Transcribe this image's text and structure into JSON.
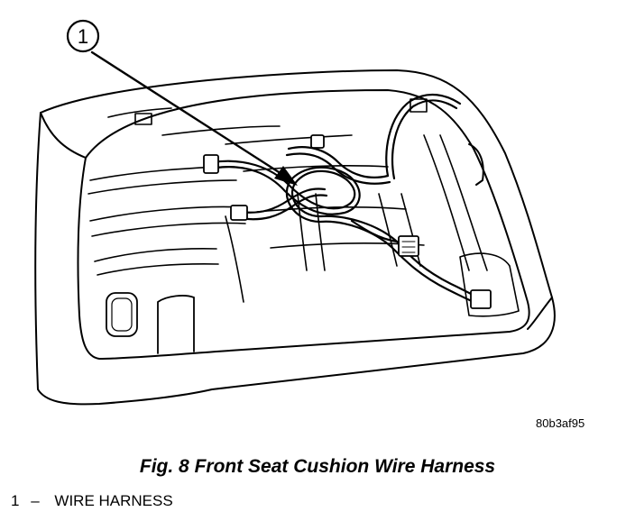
{
  "figure": {
    "callout_number": "1",
    "reference_code": "80b3af95"
  },
  "caption": "Fig. 8 Front Seat Cushion Wire Harness",
  "legend": [
    {
      "number": "1",
      "dash": "–",
      "label": "WIRE HARNESS"
    }
  ]
}
